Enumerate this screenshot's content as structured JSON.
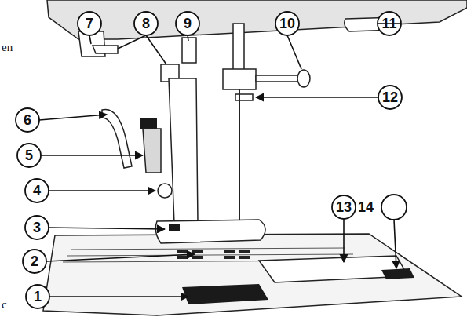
{
  "diagram": {
    "labels": [
      "7",
      "8",
      "9",
      "10",
      "11",
      "en",
      "12",
      "6",
      "5",
      "4",
      "13",
      "14",
      "3",
      "2",
      "c",
      "1"
    ]
  }
}
